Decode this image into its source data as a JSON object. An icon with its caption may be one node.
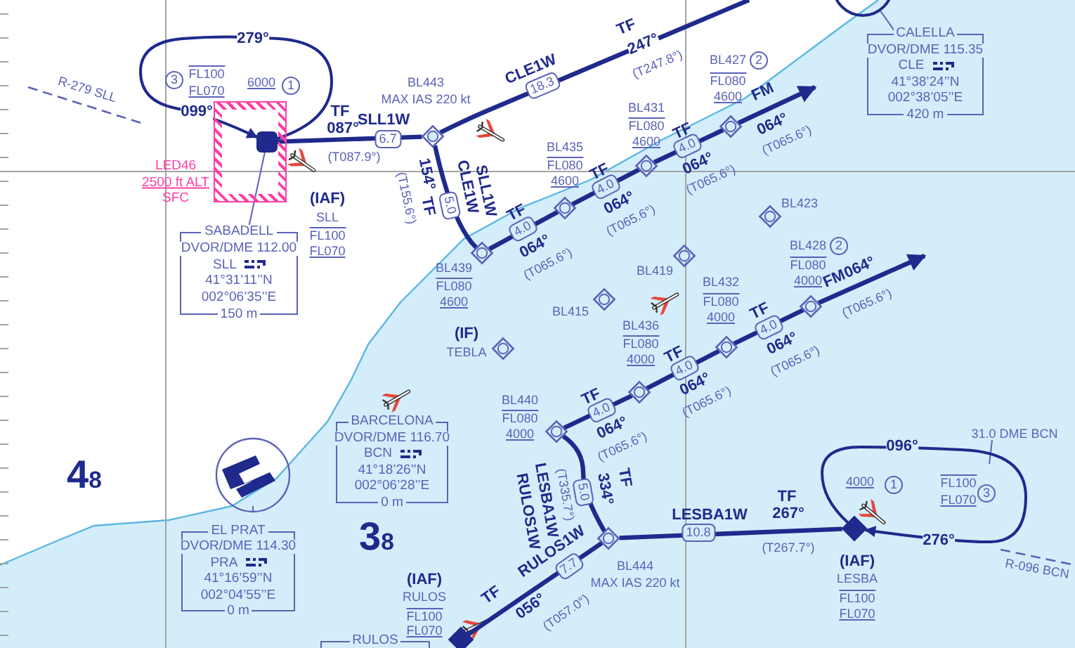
{
  "diagram": {
    "nodes": [
      {
        "text": [],
        "shape": "box",
        "in": 22,
        "beside": [
          "(IAF)",
          "SLL",
          "FL100",
          "FL070"
        ]
      },
      {
        "text": [],
        "shape": "diamond",
        "beside": [
          "BL443",
          "MAX IAS 220 kt"
        ]
      },
      {
        "text": [],
        "shape": "circle"
      },
      {
        "text": [
          "CALELLA",
          "DVOR/DME 115.35",
          "CLE",
          "41°38’24’’N",
          "002°38’05’’E",
          "420 m"
        ]
      },
      {
        "text": [],
        "shape": "diamond",
        "beside": [
          "BL439",
          "FL080",
          "4600"
        ]
      },
      {
        "text": [],
        "shape": "diamond",
        "beside": [
          "BL435",
          "FL080",
          "4600"
        ]
      },
      {
        "text": [],
        "shape": "diamond",
        "beside": [
          "BL431",
          "FL080",
          "4600"
        ]
      },
      {
        "text": [],
        "shape": "diamond",
        "beside": [
          "BL427",
          "2",
          "FL080",
          "4600"
        ]
      },
      {
        "text": [],
        "shape": "diamond",
        "beside": [
          "BL423"
        ]
      },
      {
        "text": [],
        "shape": "diamond",
        "beside": [
          "BL419"
        ]
      },
      {
        "text": [],
        "shape": "diamond",
        "beside": [
          "BL415"
        ]
      },
      {
        "text": [],
        "shape": "diamond",
        "beside": [
          "(IF)",
          "TEBLA"
        ]
      },
      {
        "text": [],
        "shape": "diamond",
        "beside": [
          "BL440",
          "FL080",
          "4000"
        ]
      },
      {
        "text": [],
        "shape": "diamond",
        "beside": [
          "BL436",
          "FL080",
          "4000"
        ]
      },
      {
        "text": [],
        "shape": "diamond",
        "beside": [
          "BL432",
          "FL080",
          "4000"
        ]
      },
      {
        "text": [],
        "shape": "diamond",
        "beside": [
          "BL428",
          "2",
          "FL080",
          "4000"
        ]
      },
      {
        "text": [],
        "shape": "diamond",
        "beside": [
          "BL444",
          "MAX IAS 220 kt"
        ]
      },
      {
        "text": [],
        "shape": "diamond",
        "beside": [
          "(IAF)",
          "LESBA",
          "FL100",
          "FL070"
        ]
      },
      {
        "text": [],
        "shape": "diamond",
        "beside": [
          "(IAF)",
          "RULOS",
          "FL100",
          "FL070"
        ]
      },
      {
        "text": [
          "SABADELL",
          "DVOR/DME 112.00",
          "SLL",
          "41°31’11’’N",
          "002°06’35’’E",
          "150 m"
        ]
      },
      {
        "text": [
          "BARCELONA",
          "DVOR/DME 116.70",
          "BCN",
          "41°18’26’’N",
          "002°06’28’’E",
          "0 m"
        ]
      },
      {
        "text": [
          "EL PRAT",
          "DVOR/DME 114.30",
          "PRA",
          "41°16’59’’N",
          "002°04’55’’E",
          "0 m"
        ]
      },
      {
        "text": [],
        "shape": "box",
        "beside": [
          "LED46",
          "2500 ft ALT",
          "SFC"
        ]
      },
      {
        "text": [
          "RULOS"
        ]
      }
    ],
    "edges": [
      {
        "from": 0,
        "to": 0,
        "arrow": "to"
      },
      {
        "from": 0,
        "to": 1,
        "arrow": "none"
      },
      {
        "from": null,
        "to": 1,
        "arrow": "none"
      },
      {
        "from": 1,
        "to": 4,
        "arrow": "none"
      },
      {
        "from": 4,
        "to": 5,
        "arrow": "none"
      },
      {
        "from": 5,
        "to": 6,
        "arrow": "none"
      },
      {
        "from": 6,
        "to": 7,
        "arrow": "none"
      },
      {
        "from": 7,
        "to": null,
        "arrow": "to"
      },
      {
        "from": 17,
        "to": 17,
        "arrow": "to"
      },
      {
        "from": 17,
        "to": 16,
        "arrow": "none"
      },
      {
        "from": 18,
        "to": 16,
        "arrow": "none"
      },
      {
        "from": 16,
        "to": 12,
        "arrow": "none"
      },
      {
        "from": 12,
        "to": 13,
        "arrow": "none"
      },
      {
        "from": 13,
        "to": 14,
        "arrow": "none"
      },
      {
        "from": 14,
        "to": 15,
        "arrow": "none"
      },
      {
        "from": 15,
        "to": null,
        "arrow": "to"
      },
      {
        "from": 3,
        "to": 2,
        "arrow": "none",
        "color": "#5b62b8"
      },
      {
        "from": 19,
        "to": 0,
        "arrow": "none",
        "color": "#5b62b8"
      }
    ],
    "labels": [
      "279°",
      "3",
      "FL100",
      "FL070",
      "6000",
      "1",
      "099°",
      "R-279 SLL",
      "TF",
      "087°",
      "(T087.9°)",
      "SLL1W",
      "6.7",
      "CLE1W",
      "18.3",
      "TF",
      "247°",
      "(T247.8°)",
      "154°",
      "TF",
      "(T155.6°)",
      "5.0",
      "CLE1W",
      "SLL1W",
      "TF",
      "4.0",
      "064°",
      "(T065.6°)",
      "TF",
      "4.0",
      "064°",
      "(T065.6°)",
      "TF",
      "4.0",
      "064°",
      "(T065.6°)",
      "FM",
      "064°",
      "(T065.6°)",
      "FM",
      "064°",
      "(T065.6°)",
      "TF",
      "4.0",
      "064°",
      "(T065.6°)",
      "TF",
      "4.0",
      "064°",
      "(T065.6°)",
      "TF",
      "4.0",
      "064°",
      "(T065.6°)",
      "TF",
      "334°",
      "(T335.7°)",
      "5.0",
      "LESBA1W",
      "RULOS1W",
      "LESBA1W",
      "10.8",
      "TF",
      "267°",
      "(T267.7°)",
      "RULOS1W",
      "7.7",
      "TF",
      "056°",
      "(T057.0°)",
      "096°",
      "31.0 DME BCN",
      "4000",
      "1",
      "FL100",
      "FL070",
      "3",
      "276°",
      "R-096 BCN",
      "4$_{8}$",
      "3$_{8}$"
    ]
  }
}
